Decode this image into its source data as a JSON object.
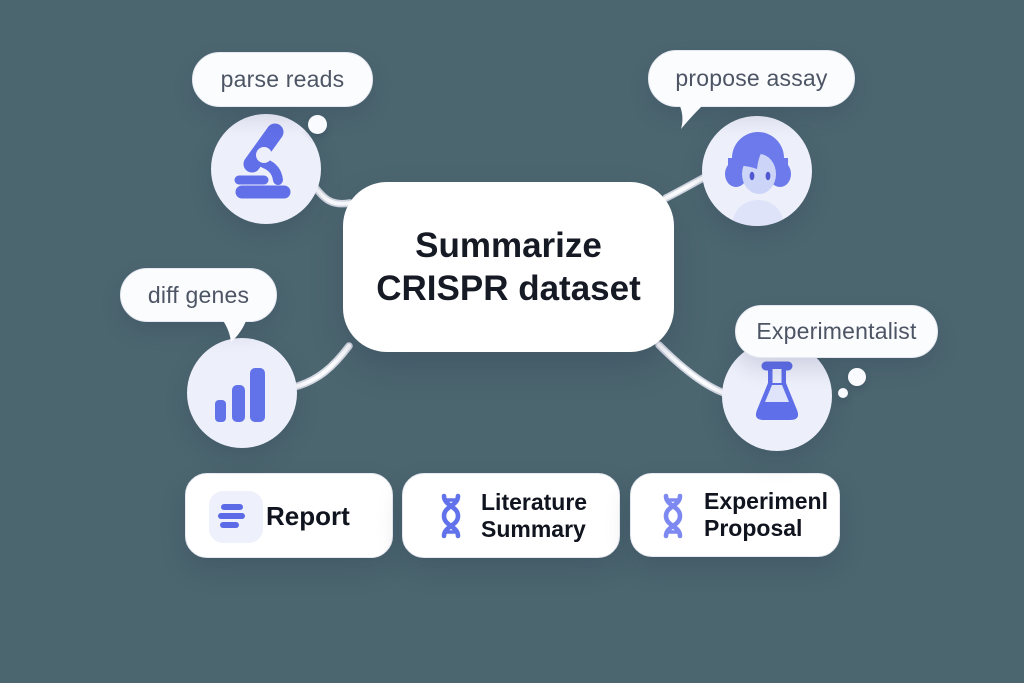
{
  "diagram": {
    "description": "agent workflow diagram",
    "center_node": {
      "line1": "Summarize",
      "line2": "CRISPR dataset"
    },
    "bubbles": {
      "parse_reads": "parse reads",
      "propose_assay": "propose assay",
      "diff_genes": "diff genes",
      "experimentalist": "Experimentalist"
    },
    "agents": [
      {
        "bubble": "parse reads",
        "icon": "microscope-icon"
      },
      {
        "bubble": "propose assay",
        "icon": "scientist-avatar"
      },
      {
        "bubble": "diff genes",
        "icon": "bar-chart-icon"
      },
      {
        "bubble": "Experimentalist",
        "icon": "flask-icon"
      }
    ],
    "outputs": {
      "report": {
        "label": "Report",
        "icon": "report-lines-icon"
      },
      "literature": {
        "line1": "Literature",
        "line2": "Summary",
        "icon": "dna-icon"
      },
      "proposal": {
        "line1": "Experimenl",
        "line2": "Proposal",
        "icon": "dna-icon"
      }
    },
    "colors": {
      "background": "#4c6670",
      "accent_indigo": "#6272e9",
      "accent_indigo_light": "#7d89f0",
      "icon_circle_bg": "#edeffb",
      "bubble_bg": "#fbfcfe",
      "card_bg": "#ffffff",
      "text_dark": "#161a24",
      "text_gray": "#4d5565",
      "connector": "#d4d8e4"
    }
  }
}
